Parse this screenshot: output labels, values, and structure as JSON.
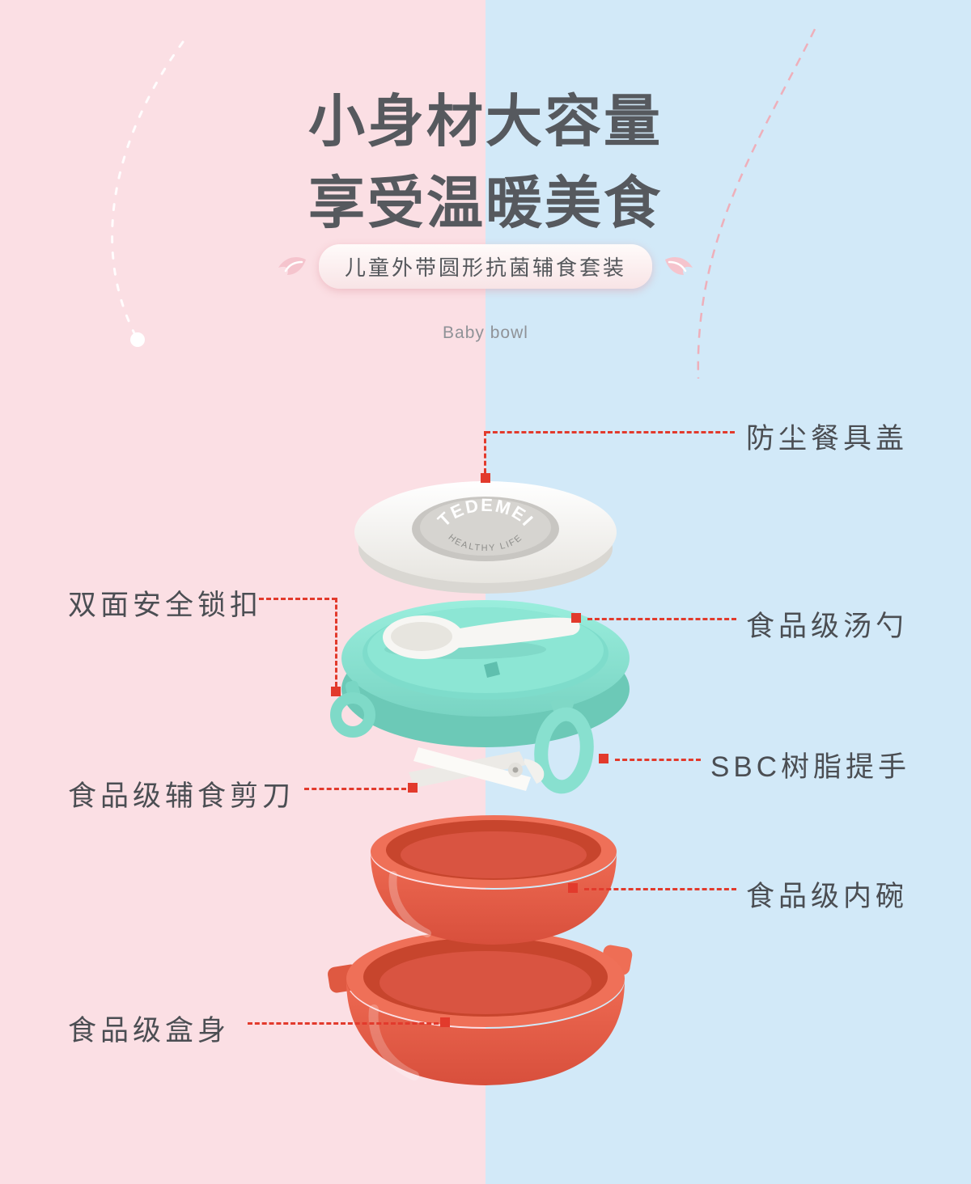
{
  "header": {
    "title_line1": "小身材大容量",
    "title_line2": "享受温暖美食",
    "badge": "儿童外带圆形抗菌辅食套装",
    "subtitle": "Baby bowl"
  },
  "product": {
    "brand": "TEDEMEI",
    "tagline": "HEALTHY LIFE"
  },
  "callouts": [
    {
      "label": "防尘餐具盖",
      "target": "dust-cover-lid",
      "side": "right"
    },
    {
      "label": "双面安全锁扣",
      "target": "double-sided-safety-lock",
      "side": "left"
    },
    {
      "label": "食品级汤勺",
      "target": "food-grade-spoon",
      "side": "right"
    },
    {
      "label": "SBC树脂提手",
      "target": "sbc-resin-handle",
      "side": "right"
    },
    {
      "label": "食品级辅食剪刀",
      "target": "food-grade-scissors",
      "side": "left"
    },
    {
      "label": "食品级内碗",
      "target": "food-grade-inner-bowl",
      "side": "right"
    },
    {
      "label": "食品级盒身",
      "target": "food-grade-box-body",
      "side": "left"
    }
  ],
  "icons": {
    "wing_left": "angel-wing",
    "wing_right": "angel-wing"
  },
  "colors": {
    "background_left": "#fbdfe4",
    "background_right": "#d2e9f8",
    "accent_red": "#e23a2c",
    "title_text": "#56595e",
    "label_text": "#4b4e53",
    "mint": "#8ce6d4",
    "coral": "#e6604a",
    "lid_white": "#f5f4f1"
  }
}
